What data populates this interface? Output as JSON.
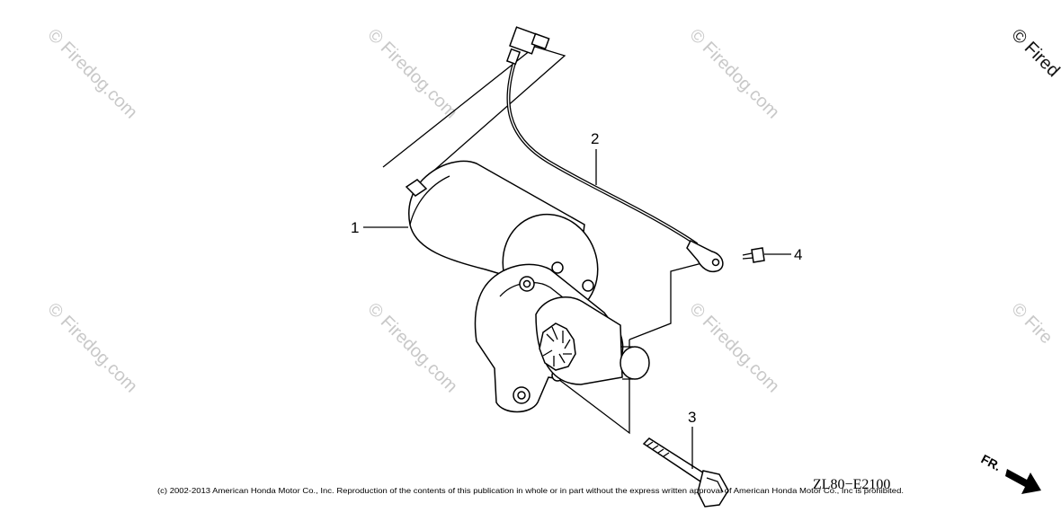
{
  "watermarks": [
    "© Firedog.com",
    "© Firedog.com",
    "© Firedog.com",
    "© Fired",
    "© Firedog.com",
    "© Firedog.com",
    "© Firedog.com",
    "© Fire"
  ],
  "callouts": {
    "starter_motor": "1",
    "cable": "2",
    "bolt": "3",
    "screw": "4"
  },
  "diagram_code": "ZL80−E2100",
  "copyright": "(c) 2002-2013 American Honda Motor Co., Inc. Reproduction of the contents of this publication in whole or in part without the express written approval of American Honda Motor Co., Inc is prohibited.",
  "direction_label": "FR."
}
